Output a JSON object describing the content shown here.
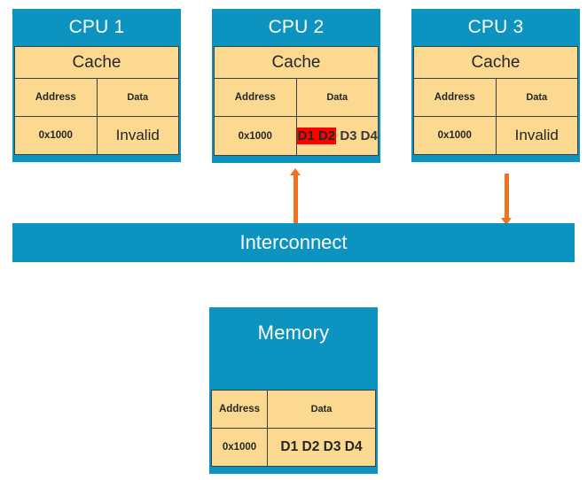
{
  "diagram": {
    "title_semantics": "cache-coherence-invalidation-diagram",
    "colors": {
      "header_blue": "#0d93bf",
      "cache_fill": "#fbd990",
      "border": "#3f3f3f",
      "connector_orange": "#f4701e",
      "highlight_red": "#ff0000",
      "header_text": "#ffffff"
    },
    "table_headers": {
      "address": "Address",
      "data": "Data"
    },
    "cache_label": "Cache"
  },
  "cpus": [
    {
      "name": "CPU 1",
      "cache_label": "Cache",
      "col_address": "Address",
      "col_data": "Data",
      "address": "0x1000",
      "data": "Invalid",
      "state": "invalid",
      "connector": "none"
    },
    {
      "name": "CPU 2",
      "cache_label": "Cache",
      "col_address": "Address",
      "col_data": "Data",
      "address": "0x1000",
      "data_highlighted": "D1 D2",
      "data_plain": "D3 D4",
      "state": "modified-partial",
      "connector": "up"
    },
    {
      "name": "CPU 3",
      "cache_label": "Cache",
      "col_address": "Address",
      "col_data": "Data",
      "address": "0x1000",
      "data": "Invalid",
      "state": "invalid",
      "connector": "down"
    }
  ],
  "interconnect": {
    "label": "Interconnect"
  },
  "memory": {
    "name": "Memory",
    "col_address": "Address",
    "col_data": "Data",
    "address": "0x1000",
    "data": "D1 D2 D3 D4"
  }
}
